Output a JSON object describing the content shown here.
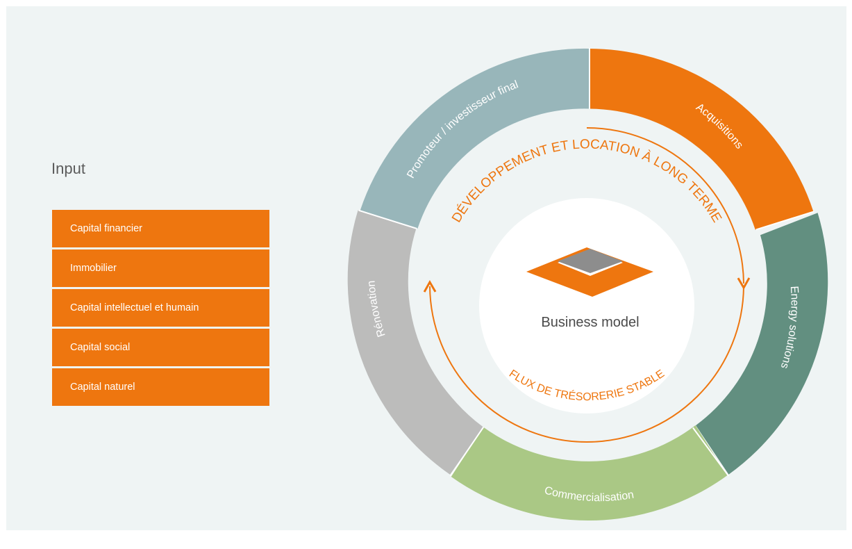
{
  "input": {
    "title": "Input",
    "items": [
      "Capital financier",
      "Immobilier",
      "Capital intellectuel et humain",
      "Capital social",
      "Capital naturel"
    ]
  },
  "wheel": {
    "center_label": "Business model",
    "segments": [
      {
        "label": "Acquisitions",
        "color": "#ee760f"
      },
      {
        "label": "Energy solutions",
        "color": "#628f80"
      },
      {
        "label": "Commercialisation",
        "color": "#aac885"
      },
      {
        "label": "Rénovation",
        "color": "#bcbcbb"
      },
      {
        "label": "Promoteur / investisseur final",
        "color": "#98b6ba"
      }
    ],
    "inner_top_text": "DÉVELOPPEMENT ET LOCATION À LONG TERME",
    "inner_bottom_text": "FLUX DE TRÉSORERIE STABLE",
    "accent_color": "#ee760f"
  }
}
